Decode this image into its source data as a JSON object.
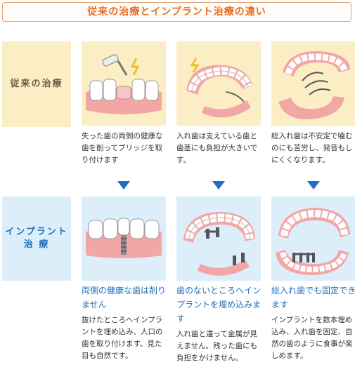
{
  "title": "従来の治療とインプラント治療の違い",
  "labels": {
    "conventional": "従来の治療",
    "implant_line1": "インプラント",
    "implant_line2": "治 療"
  },
  "conventional": [
    {
      "illustration": "bridge-icon",
      "text": "失った歯の両側の健康な歯を削ってブリッジを取り付けます"
    },
    {
      "illustration": "partial-denture-icon",
      "text": "入れ歯は支えている歯と歯茎にも負担が大きいです。"
    },
    {
      "illustration": "full-denture-icon",
      "text": "総入れ歯は不安定で噛むのにも苦労し、発音もしにくくなります。"
    }
  ],
  "implant": [
    {
      "illustration": "single-implant-icon",
      "heading": "両側の健康な歯は削りません",
      "text": "抜けたところへインプラントを埋め込み、人口の歯を取り付けます。見た目も自然です。"
    },
    {
      "illustration": "implant-bridge-icon",
      "heading": "歯のないところへインプラントを埋め込みます",
      "text": "入れ歯と違って金属が見えません。残った歯にも負担をかけません。"
    },
    {
      "illustration": "full-arch-implant-icon",
      "heading": "総入れ歯でも固定できます",
      "text": "インプラントを数本埋め込み、入れ歯を固定、自然の歯のように食事が楽しめます。"
    }
  ],
  "colors": {
    "accent_orange": "#ea6c1c",
    "implant_blue": "#1f6fb9",
    "arrow_blue": "#1e6ec8",
    "conventional_bg": "#fbeec4",
    "implant_bg": "#ddeefb",
    "gum_pink": "#f3a6a6"
  }
}
